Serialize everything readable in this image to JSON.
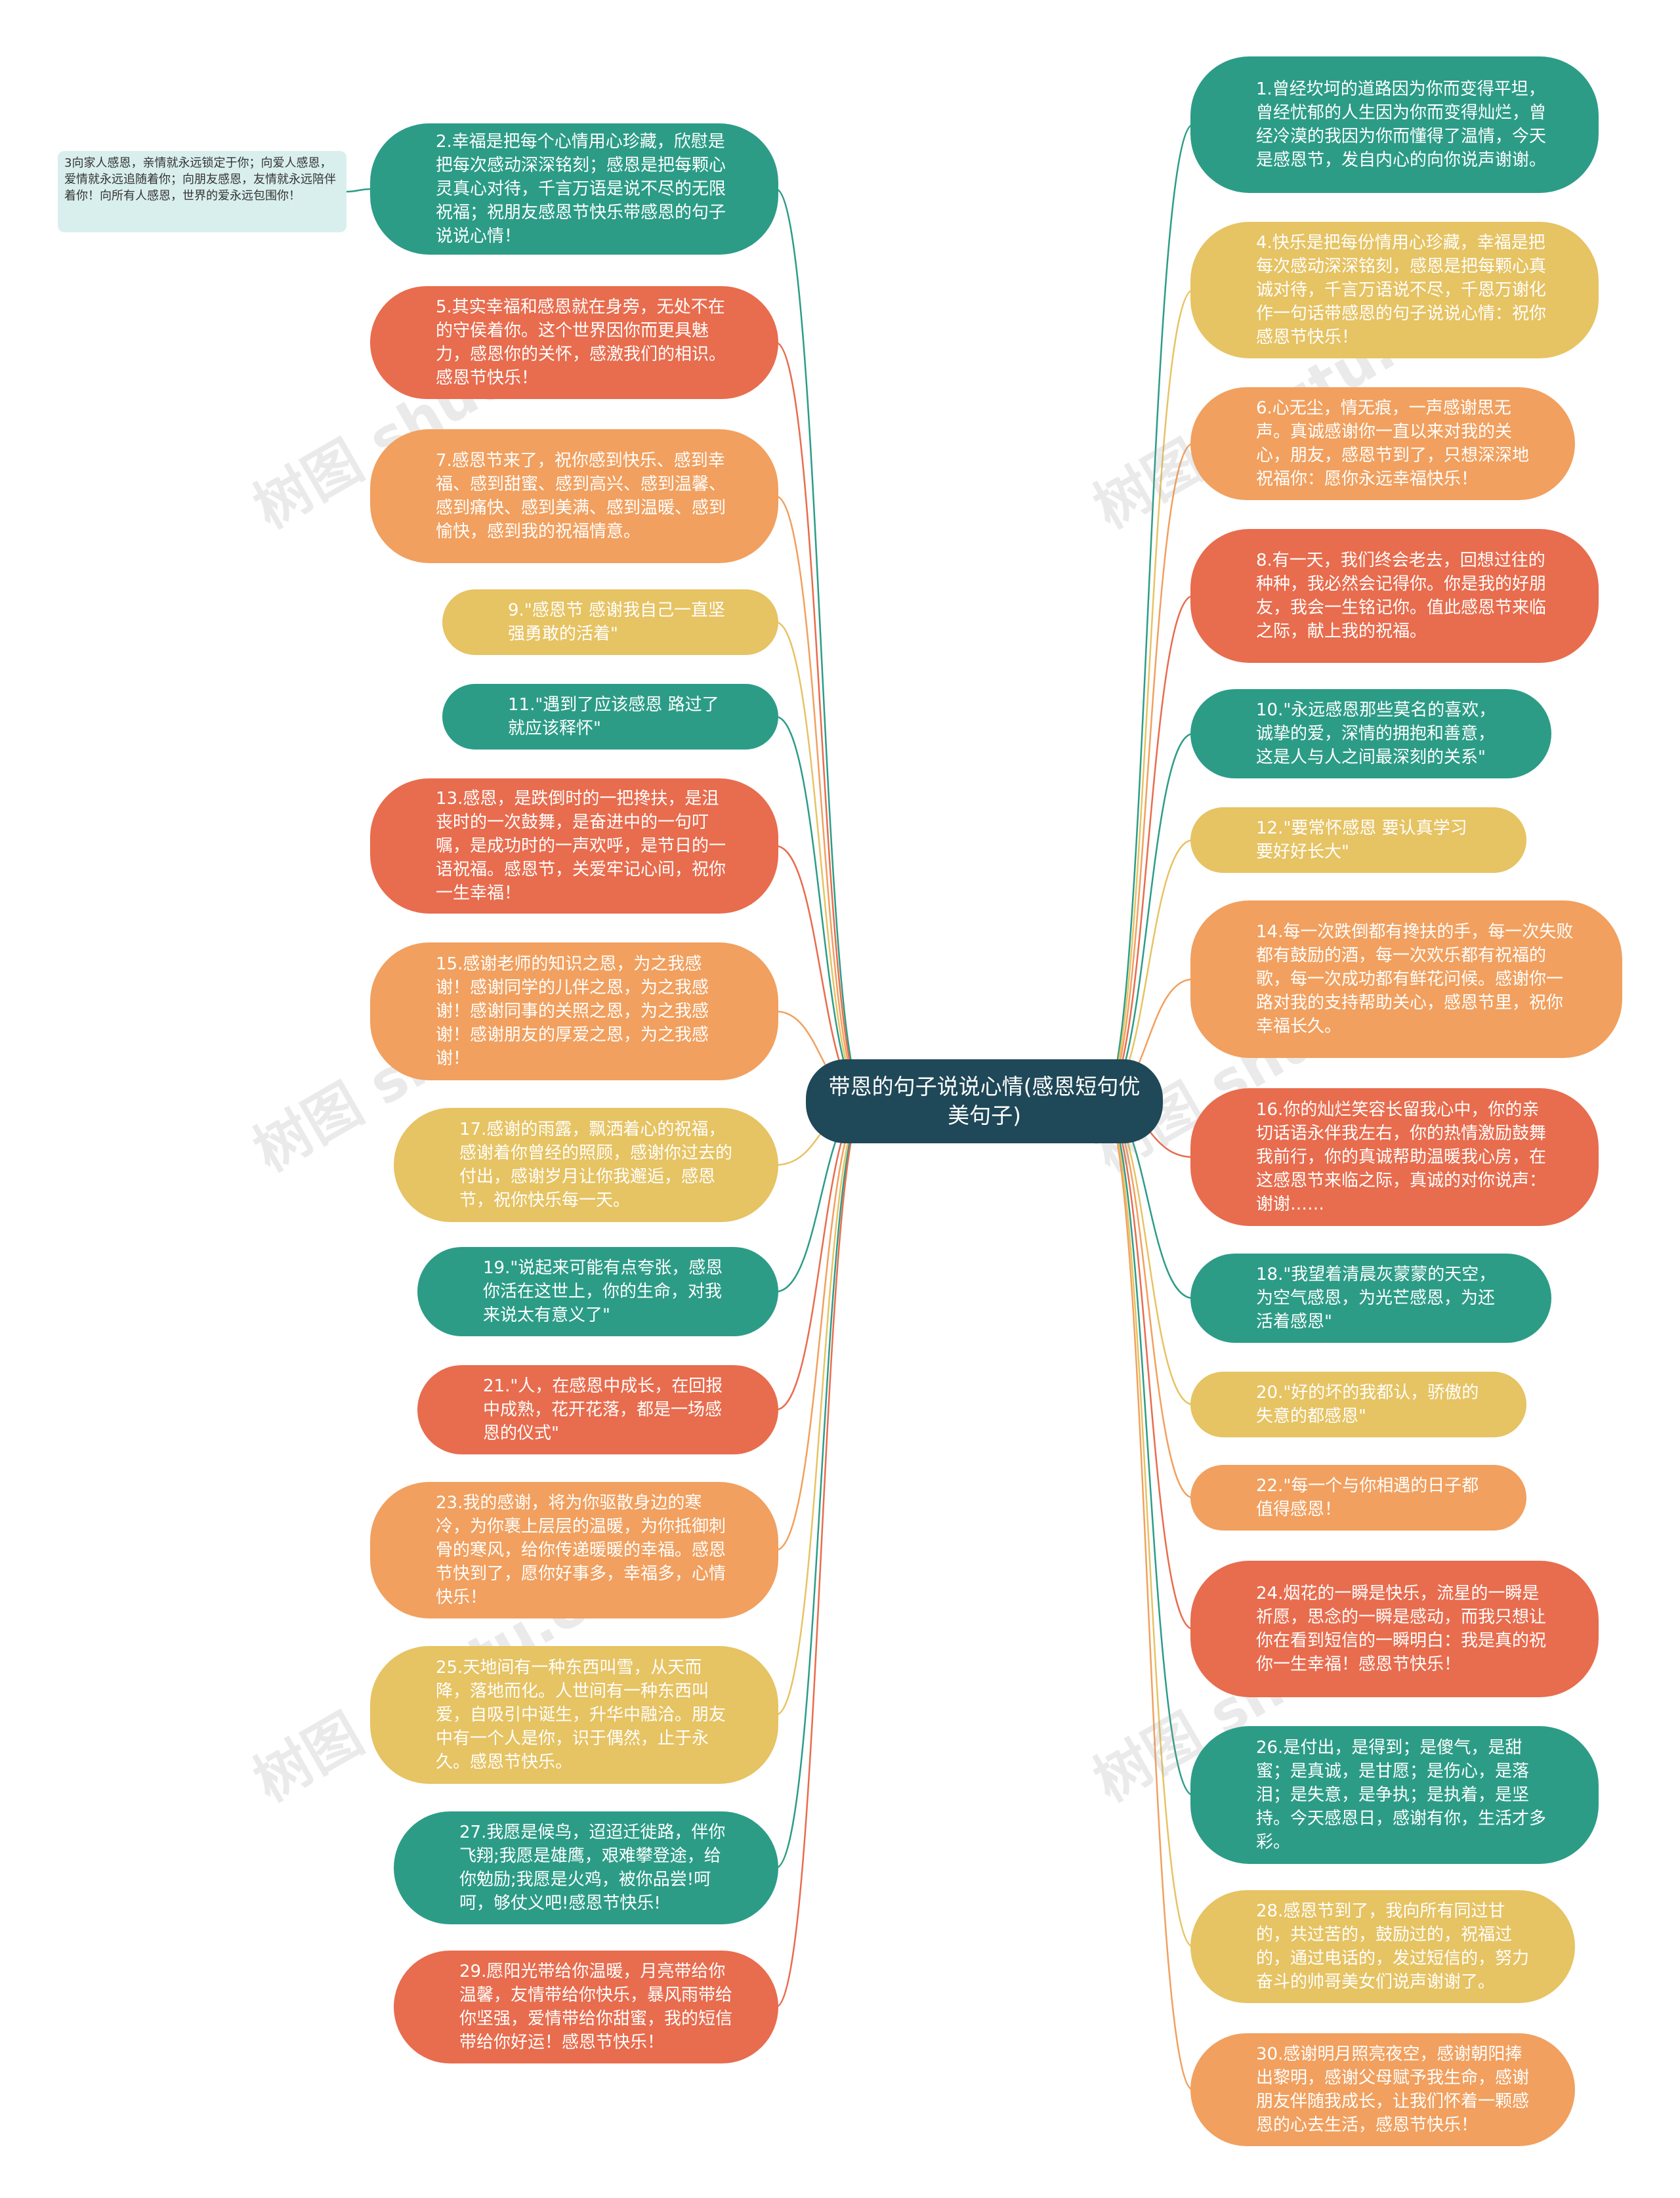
{
  "title": "带恩的句子说说心情(感恩短句优美句子)",
  "colors": {
    "teal": "#2c9c87",
    "yellow": "#e6c363",
    "orange": "#f1a05f",
    "red": "#e86c4e",
    "center": "#1f4858"
  },
  "note": "3向家人感恩，亲情就永远锁定于你；向爱人感恩，爱情就永远追随着你；向朋友感恩，友情就永远陪伴着你！向所有人感恩，世界的爱永远包围你！",
  "watermark": "树图 shutu.cn",
  "nodes": [
    {
      "text": "1.曾经坎坷的道路因为你而变得平坦，曾经忧郁的人生因为你而变得灿烂，曾经冷漠的我因为你而懂得了温情，今天是感恩节，发自内心的向你说声谢谢。",
      "color": "teal"
    },
    {
      "text": "2.幸福是把每个心情用心珍藏，欣慰是把每次感动深深铭刻；感恩是把每颗心灵真心对待，千言万语是说不尽的无限祝福；祝朋友感恩节快乐带感恩的句子说说心情！",
      "color": "teal"
    },
    {
      "text": "4.快乐是把每份情用心珍藏，幸福是把每次感动深深铭刻，感恩是把每颗心真诚对待，千言万语说不尽，千恩万谢化作一句话带感恩的句子说说心情：祝你感恩节快乐！",
      "color": "yellow"
    },
    {
      "text": "5.其实幸福和感恩就在身旁，无处不在的守侯着你。这个世界因你而更具魅力，感恩你的关怀，感激我们的相识。感恩节快乐！",
      "color": "red"
    },
    {
      "text": "6.心无尘，情无痕，一声感谢思无声。真诚感谢你一直以来对我的关心，朋友，感恩节到了，只想深深地祝福你：愿你永远幸福快乐！",
      "color": "orange"
    },
    {
      "text": "7.感恩节来了，祝你感到快乐、感到幸福、感到甜蜜、感到高兴、感到温馨、感到痛快、感到美满、感到温暖、感到愉快，感到我的祝福情意。",
      "color": "orange"
    },
    {
      "text": "8.有一天，我们终会老去，回想过往的种种，我必然会记得你。你是我的好朋友，我会一生铭记你。值此感恩节来临之际，献上我的祝福。",
      "color": "red"
    },
    {
      "text": "9.\"感恩节 感谢我自己一直坚强勇敢的活着\"",
      "color": "yellow"
    },
    {
      "text": "10.\"永远感恩那些莫名的喜欢，诚挚的爱，深情的拥抱和善意，这是人与人之间最深刻的关系\"",
      "color": "teal"
    },
    {
      "text": "11.\"遇到了应该感恩 路过了就应该释怀\"",
      "color": "teal"
    },
    {
      "text": "12.\"要常怀感恩 要认真学习 要好好长大\"",
      "color": "yellow"
    },
    {
      "text": "13.感恩，是跌倒时的一把搀扶，是沮丧时的一次鼓舞，是奋进中的一句叮嘱，是成功时的一声欢呼，是节日的一语祝福。感恩节，关爱牢记心间，祝你一生幸福！",
      "color": "red"
    },
    {
      "text": "14.每一次跌倒都有搀扶的手，每一次失败都有鼓励的酒，每一次欢乐都有祝福的歌，每一次成功都有鲜花问候。感谢你一路对我的支持帮助关心，感恩节里，祝你幸福长久。",
      "color": "orange"
    },
    {
      "text": "15.感谢老师的知识之恩，为之我感谢！感谢同学的儿伴之恩，为之我感谢！感谢同事的关照之恩，为之我感谢！感谢朋友的厚爱之恩，为之我感谢！",
      "color": "orange"
    },
    {
      "text": "16.你的灿烂笑容长留我心中，你的亲切话语永伴我左右，你的热情激励鼓舞我前行，你的真诚帮助温暖我心房，在这感恩节来临之际，真诚的对你说声：谢谢……",
      "color": "red"
    },
    {
      "text": "17.感谢的雨露，飘洒着心的祝福，感谢着你曾经的照顾，感谢你过去的付出，感谢岁月让你我邂逅，感恩节，祝你快乐每一天。",
      "color": "yellow"
    },
    {
      "text": "18.\"我望着清晨灰蒙蒙的天空，为空气感恩，为光芒感恩，为还活着感恩\"",
      "color": "teal"
    },
    {
      "text": "19.\"说起来可能有点夸张，感恩你活在这世上，你的生命，对我来说太有意义了\"",
      "color": "teal"
    },
    {
      "text": "20.\"好的坏的我都认，骄傲的失意的都感恩\"",
      "color": "yellow"
    },
    {
      "text": "21.\"人，在感恩中成长，在回报中成熟，花开花落，都是一场感恩的仪式\"",
      "color": "red"
    },
    {
      "text": "22.\"每一个与你相遇的日子都值得感恩！",
      "color": "orange"
    },
    {
      "text": "23.我的感谢，将为你驱散身边的寒冷，为你裹上层层的温暖，为你抵御刺骨的寒风，给你传递暖暖的幸福。感恩节快到了，愿你好事多，幸福多，心情快乐！",
      "color": "orange"
    },
    {
      "text": "24.烟花的一瞬是快乐，流星的一瞬是祈愿，思念的一瞬是感动，而我只想让你在看到短信的一瞬明白：我是真的祝你一生幸福！感恩节快乐！",
      "color": "red"
    },
    {
      "text": "25.天地间有一种东西叫雪，从天而降，落地而化。人世间有一种东西叫爱，自吸引中诞生，升华中融洽。朋友中有一个人是你，识于偶然，止于永久。感恩节快乐。",
      "color": "yellow"
    },
    {
      "text": "26.是付出，是得到；是傻气，是甜蜜；是真诚，是甘愿；是伤心，是落泪；是失意，是争执；是执着，是坚持。今天感恩日，感谢有你，生活才多彩。",
      "color": "teal"
    },
    {
      "text": "27.我愿是候鸟，迢迢迁徙路，伴你飞翔;我愿是雄鹰，艰难攀登途，给你勉励;我愿是火鸡，被你品尝!呵呵，够仗义吧!感恩节快乐!",
      "color": "teal"
    },
    {
      "text": "28.感恩节到了，我向所有同过甘的，共过苦的，鼓励过的，祝福过的，通过电话的，发过短信的，努力奋斗的帅哥美女们说声谢谢了。",
      "color": "yellow"
    },
    {
      "text": "29.愿阳光带给你温暖，月亮带给你温馨，友情带给你快乐，暴风雨带给你坚强，爱情带给你甜蜜，我的短信带给你好运！感恩节快乐！",
      "color": "red"
    },
    {
      "text": "30.感谢明月照亮夜空，感谢朝阳捧出黎明，感谢父母赋予我生命，感谢朋友伴随我成长，让我们怀着一颗感恩的心去生活，感恩节快乐！",
      "color": "orange"
    }
  ]
}
